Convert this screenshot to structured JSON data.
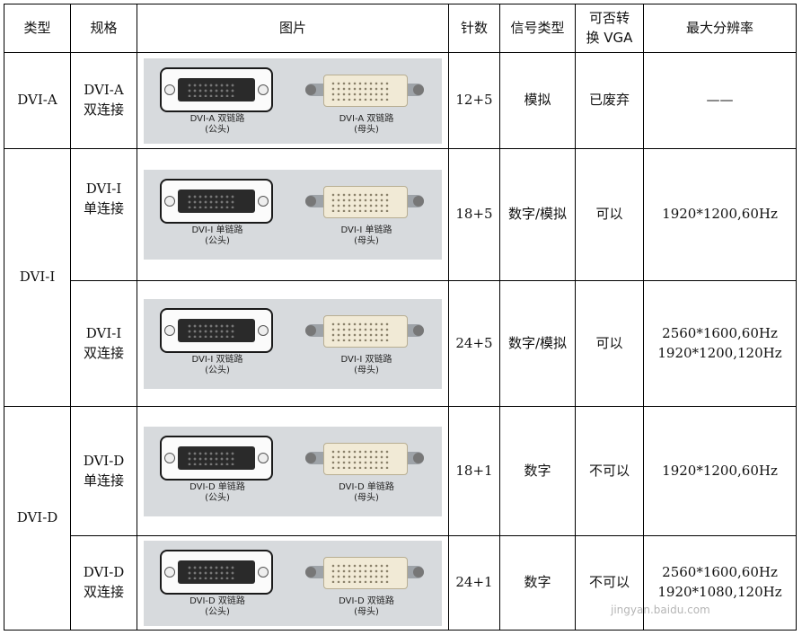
{
  "headers": {
    "type": "类型",
    "spec": "规格",
    "picture": "图片",
    "pins": "针数",
    "signal": "信号类型",
    "vga": "可否转\n换 VGA",
    "resolution": "最大分辨率"
  },
  "groups": {
    "a": "DVI-A",
    "i": "DVI-I",
    "d": "DVI-D"
  },
  "rows": [
    {
      "spec": "DVI-A\n双连接",
      "cap_male": "DVI-A 双链路\n(公头)",
      "cap_female": "DVI-A 双链路\n(母头)",
      "pins": "12+5",
      "signal": "模拟",
      "vga": "已废弃",
      "resolution": "——"
    },
    {
      "spec": "DVI-I\n单连接",
      "cap_male": "DVI-I 单链路\n(公头)",
      "cap_female": "DVI-I 单链路\n(母头)",
      "pins": "18+5",
      "signal": "数字/模拟",
      "vga": "可以",
      "resolution": "1920*1200,60Hz"
    },
    {
      "spec": "DVI-I\n双连接",
      "cap_male": "DVI-I 双链路\n(公头)",
      "cap_female": "DVI-I 双链路\n(母头)",
      "pins": "24+5",
      "signal": "数字/模拟",
      "vga": "可以",
      "resolution": "2560*1600,60Hz\n1920*1200,120Hz"
    },
    {
      "spec": "DVI-D\n单连接",
      "cap_male": "DVI-D 单链路\n(公头)",
      "cap_female": "DVI-D 单链路\n(母头)",
      "pins": "18+1",
      "signal": "数字",
      "vga": "不可以",
      "resolution": "1920*1200,60Hz"
    },
    {
      "spec": "DVI-D\n双连接",
      "cap_male": "DVI-D 双链路\n(公头)",
      "cap_female": "DVI-D 双链路\n(母头)",
      "pins": "24+1",
      "signal": "数字",
      "vga": "不可以",
      "resolution": "2560*1600,60Hz\n1920*1080,120Hz"
    }
  ],
  "watermark": "jingyan.baidu.com"
}
